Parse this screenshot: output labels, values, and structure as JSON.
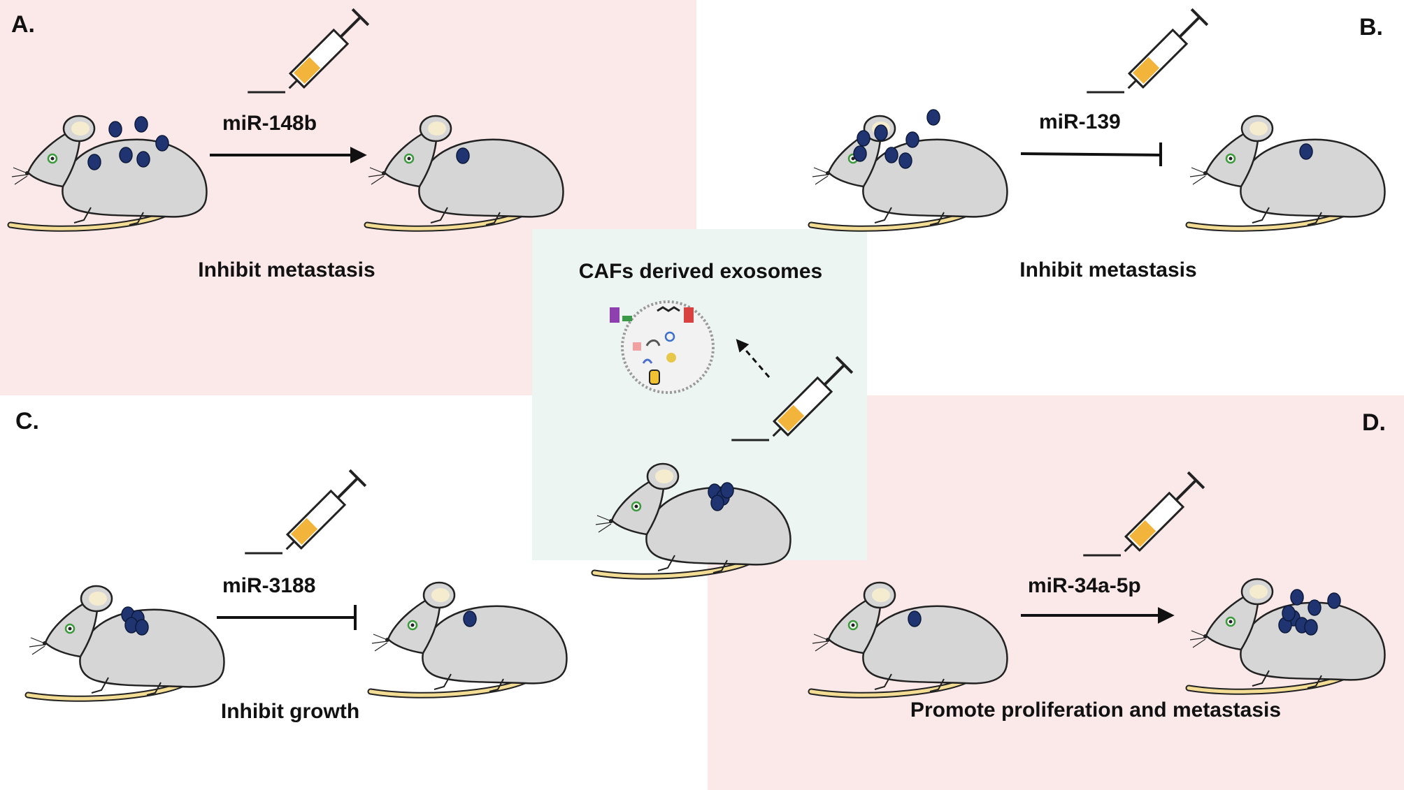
{
  "panel_a": {
    "letter": "A.",
    "mirna": "miR-148b",
    "caption": "Inhibit metastasis",
    "effect": "promote-arrow"
  },
  "panel_b": {
    "letter": "B.",
    "mirna": "miR-139",
    "caption": "Inhibit metastasis",
    "effect": "inhibit-bar"
  },
  "panel_c": {
    "letter": "C.",
    "mirna": "miR-3188",
    "caption": "Inhibit growth",
    "effect": "inhibit-bar"
  },
  "panel_d": {
    "letter": "D.",
    "mirna": "miR-34a-5p",
    "caption": "Promote proliferation and metastasis",
    "effect": "promote-arrow"
  },
  "center": {
    "title": "CAFs derived exosomes"
  },
  "colors": {
    "pink_panel": "#fbe9e9",
    "mint_panel": "#edf5f2",
    "mouse_body": "#d6d6d6",
    "tail": "#f3dc93",
    "tumor": "#1f3470",
    "syringe_liquid": "#f2b43a"
  },
  "icons": [
    "mouse-icon",
    "syringe-icon",
    "tumor-icon",
    "exosome-icon",
    "arrow-icon",
    "inhibition-bar-icon"
  ]
}
